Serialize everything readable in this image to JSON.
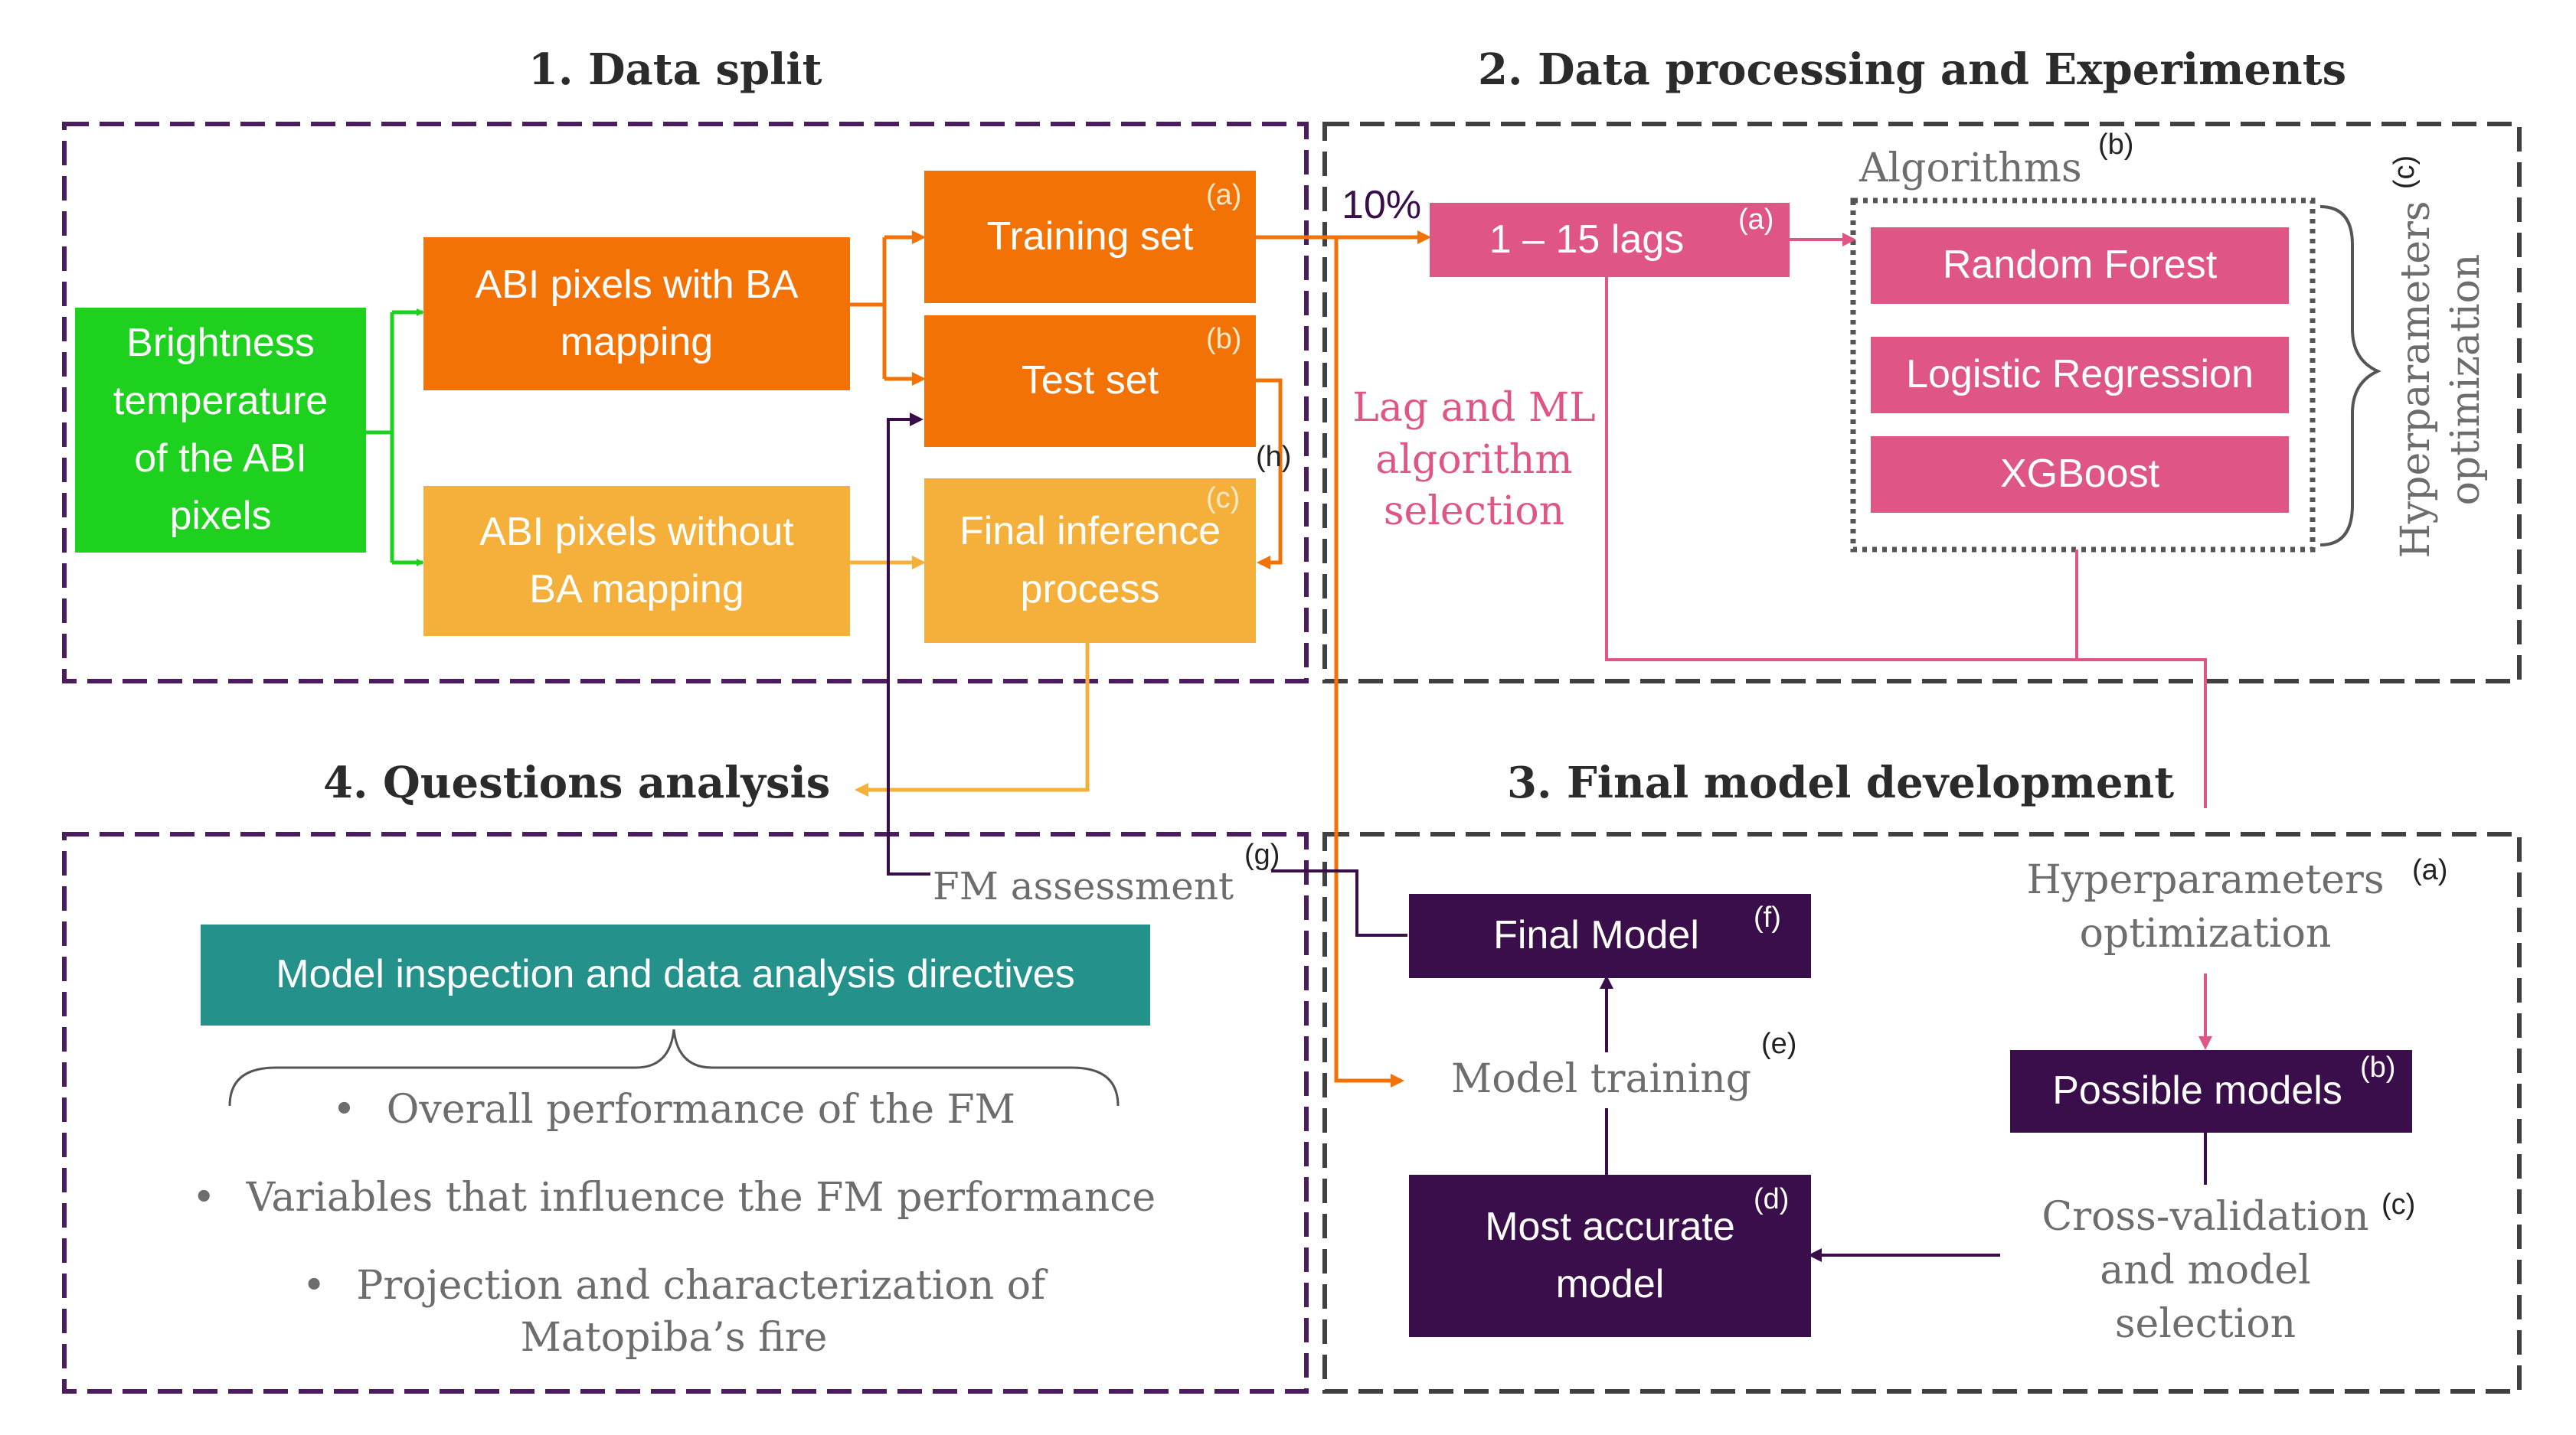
{
  "sections": {
    "data_split": "1. Data split",
    "data_processing": "2. Data processing and Experiments",
    "final_model_dev": "3. Final model development",
    "questions": "4. Questions analysis"
  },
  "split": {
    "brightness": [
      "Brightness",
      "temperature",
      "of the ABI",
      "pixels"
    ],
    "with_ba": [
      "ABI pixels with BA",
      "mapping"
    ],
    "without_ba": [
      "ABI pixels without",
      "BA mapping"
    ],
    "training": "Training set",
    "training_mark": "(a)",
    "test": "Test set",
    "test_mark": "(b)",
    "inference": [
      "Final inference",
      "process"
    ],
    "inference_mark": "(c)",
    "h_mark": "(h)"
  },
  "processing": {
    "percent": "10%",
    "lags": "1 – 15 lags",
    "lags_mark": "(a)",
    "algorithms": "Algorithms",
    "algorithms_mark": "(b)",
    "algorithm_list": [
      "Random Forest",
      "Logistic Regression",
      "XGBoost"
    ],
    "selection": [
      "Lag and ML",
      "algorithm",
      "selection"
    ],
    "hyper": [
      "Hyperparameters",
      "optimization"
    ],
    "hyper_mark": "(c)"
  },
  "final_dev": {
    "hyper_opt": [
      "Hyperparameters",
      "optimization"
    ],
    "hyper_opt_mark": "(a)",
    "possible": "Possible models",
    "possible_mark": "(b)",
    "cv": [
      "Cross-validation",
      "and model",
      "selection"
    ],
    "cv_mark": "(c)",
    "most_accurate": [
      "Most accurate",
      "model"
    ],
    "most_accurate_mark": "(d)",
    "training": "Model training",
    "training_mark": "(e)",
    "final_model": "Final Model",
    "final_model_mark": "(f)",
    "fm_assessment": "FM assessment",
    "fm_mark": "(g)"
  },
  "questions": {
    "directives": "Model inspection and data analysis directives",
    "items": [
      "Overall performance of the FM",
      "Variables that influence the FM performance",
      "Projection and characterization  of",
      "Matopiba’s fire"
    ]
  },
  "colors": {
    "green": "#1ed11e",
    "orange": "#f27206",
    "amber": "#f4b03a",
    "pink": "#de5586",
    "purple": "#3a0e4a",
    "teal": "#24928a",
    "frame_purple": "#4b1c5e",
    "frame_gray": "#404040"
  }
}
